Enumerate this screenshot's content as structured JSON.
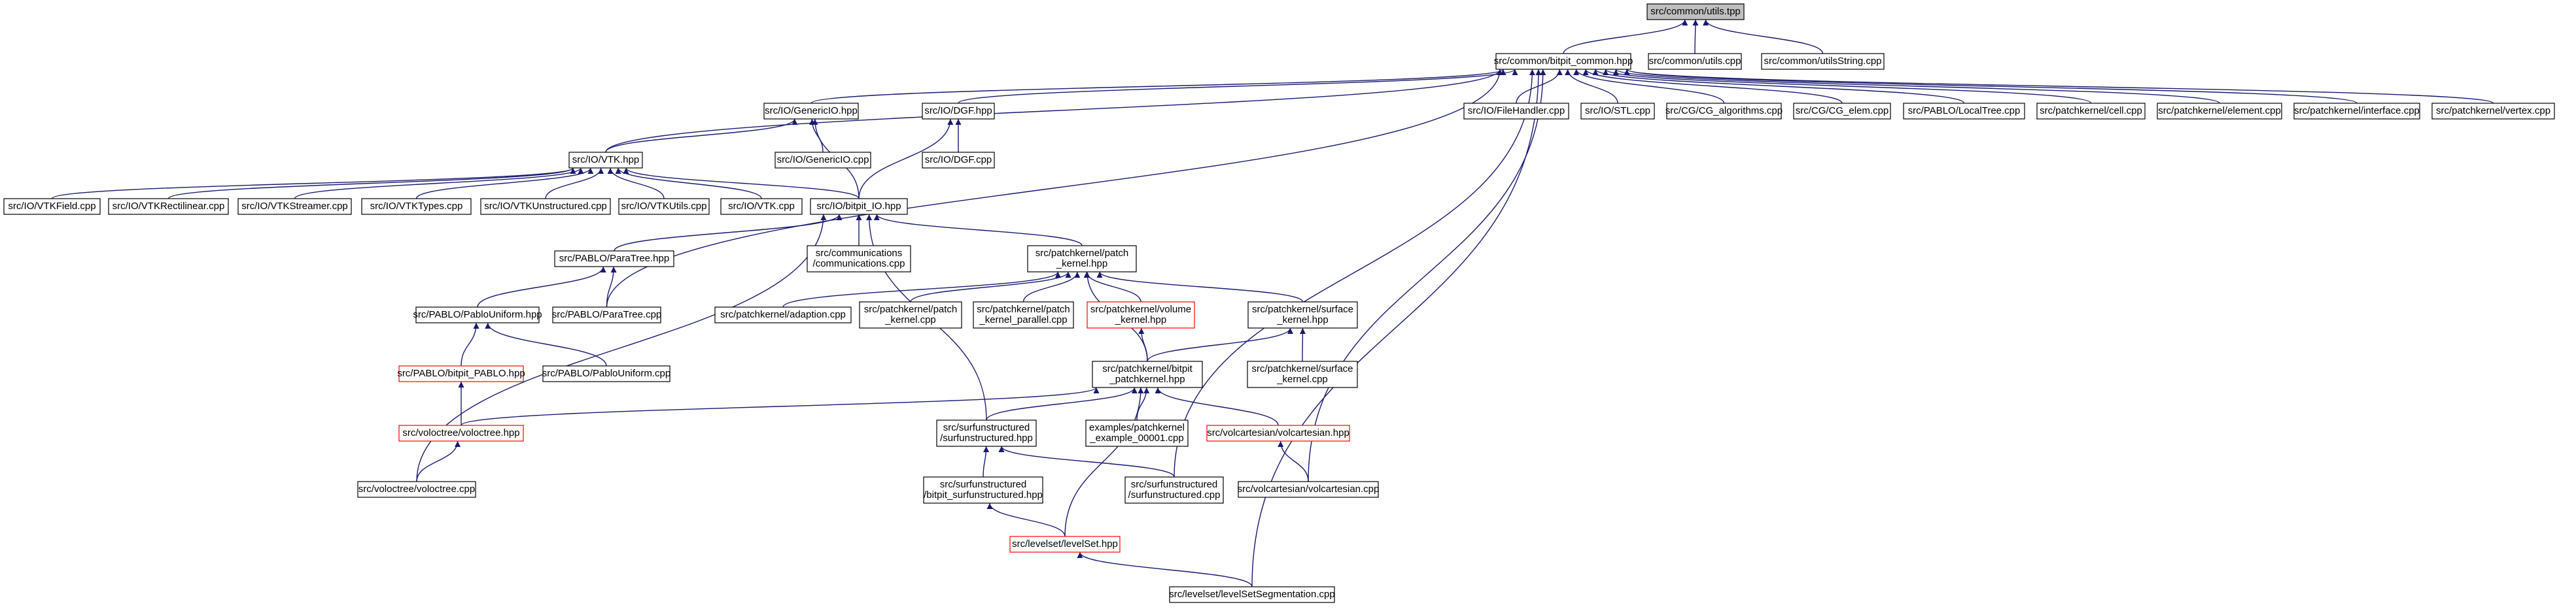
{
  "graph": {
    "colors": {
      "root_fill": "#bfbfbf",
      "node_fill": "#ffffff",
      "normal_border": "#000000",
      "truncated_border": "#ff0000",
      "edge": "#191970"
    },
    "nodes": [
      {
        "id": "utils_tpp",
        "lines": [
          "src/common/utils.tpp"
        ],
        "style": "root"
      },
      {
        "id": "bitpit_common",
        "lines": [
          "src/common/bitpit_common.hpp"
        ],
        "style": "normal"
      },
      {
        "id": "utils_cpp",
        "lines": [
          "src/common/utils.cpp"
        ],
        "style": "normal"
      },
      {
        "id": "utilsString",
        "lines": [
          "src/common/utilsString.cpp"
        ],
        "style": "normal"
      },
      {
        "id": "GenericIO_hpp",
        "lines": [
          "src/IO/GenericIO.hpp"
        ],
        "style": "normal"
      },
      {
        "id": "DGF_hpp",
        "lines": [
          "src/IO/DGF.hpp"
        ],
        "style": "normal"
      },
      {
        "id": "FileHandler",
        "lines": [
          "src/IO/FileHandler.cpp"
        ],
        "style": "normal"
      },
      {
        "id": "STL_cpp",
        "lines": [
          "src/IO/STL.cpp"
        ],
        "style": "normal"
      },
      {
        "id": "CG_algorithms",
        "lines": [
          "src/CG/CG_algorithms.cpp"
        ],
        "style": "normal"
      },
      {
        "id": "CG_elem",
        "lines": [
          "src/CG/CG_elem.cpp"
        ],
        "style": "normal"
      },
      {
        "id": "LocalTree",
        "lines": [
          "src/PABLO/LocalTree.cpp"
        ],
        "style": "normal"
      },
      {
        "id": "cell_cpp",
        "lines": [
          "src/patchkernel/cell.cpp"
        ],
        "style": "normal"
      },
      {
        "id": "element_cpp",
        "lines": [
          "src/patchkernel/element.cpp"
        ],
        "style": "normal"
      },
      {
        "id": "interface_cpp",
        "lines": [
          "src/patchkernel/interface.cpp"
        ],
        "style": "normal"
      },
      {
        "id": "vertex_cpp",
        "lines": [
          "src/patchkernel/vertex.cpp"
        ],
        "style": "normal"
      },
      {
        "id": "VTK_hpp",
        "lines": [
          "src/IO/VTK.hpp"
        ],
        "style": "normal"
      },
      {
        "id": "GenericIO_cpp",
        "lines": [
          "src/IO/GenericIO.cpp"
        ],
        "style": "normal"
      },
      {
        "id": "DGF_cpp",
        "lines": [
          "src/IO/DGF.cpp"
        ],
        "style": "normal"
      },
      {
        "id": "VTKField",
        "lines": [
          "src/IO/VTKField.cpp"
        ],
        "style": "normal"
      },
      {
        "id": "VTKRectilinear",
        "lines": [
          "src/IO/VTKRectilinear.cpp"
        ],
        "style": "normal"
      },
      {
        "id": "VTKStreamer",
        "lines": [
          "src/IO/VTKStreamer.cpp"
        ],
        "style": "normal"
      },
      {
        "id": "VTKTypes",
        "lines": [
          "src/IO/VTKTypes.cpp"
        ],
        "style": "normal"
      },
      {
        "id": "VTKUnstructured",
        "lines": [
          "src/IO/VTKUnstructured.cpp"
        ],
        "style": "normal"
      },
      {
        "id": "VTKUtils",
        "lines": [
          "src/IO/VTKUtils.cpp"
        ],
        "style": "normal"
      },
      {
        "id": "VTK_cpp",
        "lines": [
          "src/IO/VTK.cpp"
        ],
        "style": "normal"
      },
      {
        "id": "bitpit_IO",
        "lines": [
          "src/IO/bitpit_IO.hpp"
        ],
        "style": "normal"
      },
      {
        "id": "ParaTree_hpp",
        "lines": [
          "src/PABLO/ParaTree.hpp"
        ],
        "style": "normal"
      },
      {
        "id": "communications",
        "lines": [
          "src/communications",
          "/communications.cpp"
        ],
        "style": "normal"
      },
      {
        "id": "patch_kernel_hpp",
        "lines": [
          "src/patchkernel/patch",
          "_kernel.hpp"
        ],
        "style": "normal"
      },
      {
        "id": "PabloUniform_hpp",
        "lines": [
          "src/PABLO/PabloUniform.hpp"
        ],
        "style": "normal"
      },
      {
        "id": "ParaTree_cpp",
        "lines": [
          "src/PABLO/ParaTree.cpp"
        ],
        "style": "normal"
      },
      {
        "id": "adaption_cpp",
        "lines": [
          "src/patchkernel/adaption.cpp"
        ],
        "style": "normal"
      },
      {
        "id": "patch_kernel_cpp",
        "lines": [
          "src/patchkernel/patch",
          "_kernel.cpp"
        ],
        "style": "normal"
      },
      {
        "id": "patch_kernel_parallel",
        "lines": [
          "src/patchkernel/patch",
          "_kernel_parallel.cpp"
        ],
        "style": "normal"
      },
      {
        "id": "volume_kernel",
        "lines": [
          "src/patchkernel/volume",
          "_kernel.hpp"
        ],
        "style": "truncated"
      },
      {
        "id": "surface_kernel_hpp",
        "lines": [
          "src/patchkernel/surface",
          "_kernel.hpp"
        ],
        "style": "normal"
      },
      {
        "id": "bitpit_PABLO",
        "lines": [
          "src/PABLO/bitpit_PABLO.hpp"
        ],
        "style": "truncated"
      },
      {
        "id": "PabloUniform_cpp",
        "lines": [
          "src/PABLO/PabloUniform.cpp"
        ],
        "style": "normal"
      },
      {
        "id": "bitpit_patchkernel",
        "lines": [
          "src/patchkernel/bitpit",
          "_patchkernel.hpp"
        ],
        "style": "normal"
      },
      {
        "id": "surface_kernel_cpp",
        "lines": [
          "src/patchkernel/surface",
          "_kernel.cpp"
        ],
        "style": "normal"
      },
      {
        "id": "voloctree_hpp",
        "lines": [
          "src/voloctree/voloctree.hpp"
        ],
        "style": "truncated"
      },
      {
        "id": "surfunstructured_hpp",
        "lines": [
          "src/surfunstructured",
          "/surfunstructured.hpp"
        ],
        "style": "normal"
      },
      {
        "id": "example_00001",
        "lines": [
          "examples/patchkernel",
          "_example_00001.cpp"
        ],
        "style": "normal"
      },
      {
        "id": "volcartesian_hpp",
        "lines": [
          "src/volcartesian/volcartesian.hpp"
        ],
        "style": "truncated"
      },
      {
        "id": "voloctree_cpp",
        "lines": [
          "src/voloctree/voloctree.cpp"
        ],
        "style": "normal"
      },
      {
        "id": "bitpit_surfunstructured",
        "lines": [
          "src/surfunstructured",
          "/bitpit_surfunstructured.hpp"
        ],
        "style": "normal"
      },
      {
        "id": "surfunstructured_cpp",
        "lines": [
          "src/surfunstructured",
          "/surfunstructured.cpp"
        ],
        "style": "normal"
      },
      {
        "id": "volcartesian_cpp",
        "lines": [
          "src/volcartesian/volcartesian.cpp"
        ],
        "style": "normal"
      },
      {
        "id": "levelSet_hpp",
        "lines": [
          "src/levelset/levelSet.hpp"
        ],
        "style": "truncated"
      },
      {
        "id": "levelSetSegmentation",
        "lines": [
          "src/levelset/levelSetSegmentation.cpp"
        ],
        "style": "normal"
      }
    ],
    "edges": [
      [
        "bitpit_common",
        "utils_tpp"
      ],
      [
        "utils_cpp",
        "utils_tpp"
      ],
      [
        "utilsString",
        "utils_tpp"
      ],
      [
        "GenericIO_hpp",
        "bitpit_common"
      ],
      [
        "DGF_hpp",
        "bitpit_common"
      ],
      [
        "VTK_hpp",
        "bitpit_common"
      ],
      [
        "FileHandler",
        "bitpit_common"
      ],
      [
        "STL_cpp",
        "bitpit_common"
      ],
      [
        "CG_algorithms",
        "bitpit_common"
      ],
      [
        "CG_elem",
        "bitpit_common"
      ],
      [
        "LocalTree",
        "bitpit_common"
      ],
      [
        "cell_cpp",
        "bitpit_common"
      ],
      [
        "element_cpp",
        "bitpit_common"
      ],
      [
        "interface_cpp",
        "bitpit_common"
      ],
      [
        "vertex_cpp",
        "bitpit_common"
      ],
      [
        "ParaTree_cpp",
        "bitpit_common"
      ],
      [
        "surfunstructured_cpp",
        "bitpit_common"
      ],
      [
        "volcartesian_cpp",
        "bitpit_common"
      ],
      [
        "levelSetSegmentation",
        "bitpit_common"
      ],
      [
        "VTK_hpp",
        "GenericIO_hpp"
      ],
      [
        "GenericIO_cpp",
        "GenericIO_hpp"
      ],
      [
        "bitpit_IO",
        "GenericIO_hpp"
      ],
      [
        "DGF_cpp",
        "DGF_hpp"
      ],
      [
        "bitpit_IO",
        "DGF_hpp"
      ],
      [
        "VTKField",
        "VTK_hpp"
      ],
      [
        "VTKRectilinear",
        "VTK_hpp"
      ],
      [
        "VTKStreamer",
        "VTK_hpp"
      ],
      [
        "VTKTypes",
        "VTK_hpp"
      ],
      [
        "VTKUnstructured",
        "VTK_hpp"
      ],
      [
        "VTKUtils",
        "VTK_hpp"
      ],
      [
        "VTK_cpp",
        "VTK_hpp"
      ],
      [
        "bitpit_IO",
        "VTK_hpp"
      ],
      [
        "ParaTree_hpp",
        "bitpit_IO"
      ],
      [
        "communications",
        "bitpit_IO"
      ],
      [
        "patch_kernel_hpp",
        "bitpit_IO"
      ],
      [
        "voloctree_cpp",
        "bitpit_IO"
      ],
      [
        "surfunstructured_hpp",
        "bitpit_IO"
      ],
      [
        "PabloUniform_hpp",
        "ParaTree_hpp"
      ],
      [
        "ParaTree_cpp",
        "ParaTree_hpp"
      ],
      [
        "bitpit_PABLO",
        "PabloUniform_hpp"
      ],
      [
        "PabloUniform_cpp",
        "PabloUniform_hpp"
      ],
      [
        "voloctree_hpp",
        "bitpit_PABLO"
      ],
      [
        "adaption_cpp",
        "patch_kernel_hpp"
      ],
      [
        "patch_kernel_cpp",
        "patch_kernel_hpp"
      ],
      [
        "patch_kernel_parallel",
        "patch_kernel_hpp"
      ],
      [
        "volume_kernel",
        "patch_kernel_hpp"
      ],
      [
        "surface_kernel_hpp",
        "patch_kernel_hpp"
      ],
      [
        "bitpit_patchkernel",
        "patch_kernel_hpp"
      ],
      [
        "bitpit_patchkernel",
        "volume_kernel"
      ],
      [
        "bitpit_patchkernel",
        "surface_kernel_hpp"
      ],
      [
        "surface_kernel_cpp",
        "surface_kernel_hpp"
      ],
      [
        "voloctree_hpp",
        "bitpit_patchkernel"
      ],
      [
        "surfunstructured_hpp",
        "bitpit_patchkernel"
      ],
      [
        "example_00001",
        "bitpit_patchkernel"
      ],
      [
        "volcartesian_hpp",
        "bitpit_patchkernel"
      ],
      [
        "levelSet_hpp",
        "bitpit_patchkernel"
      ],
      [
        "voloctree_cpp",
        "voloctree_hpp"
      ],
      [
        "bitpit_surfunstructured",
        "surfunstructured_hpp"
      ],
      [
        "surfunstructured_cpp",
        "surfunstructured_hpp"
      ],
      [
        "volcartesian_cpp",
        "volcartesian_hpp"
      ],
      [
        "levelSet_hpp",
        "bitpit_surfunstructured"
      ],
      [
        "levelSetSegmentation",
        "levelSet_hpp"
      ]
    ]
  }
}
